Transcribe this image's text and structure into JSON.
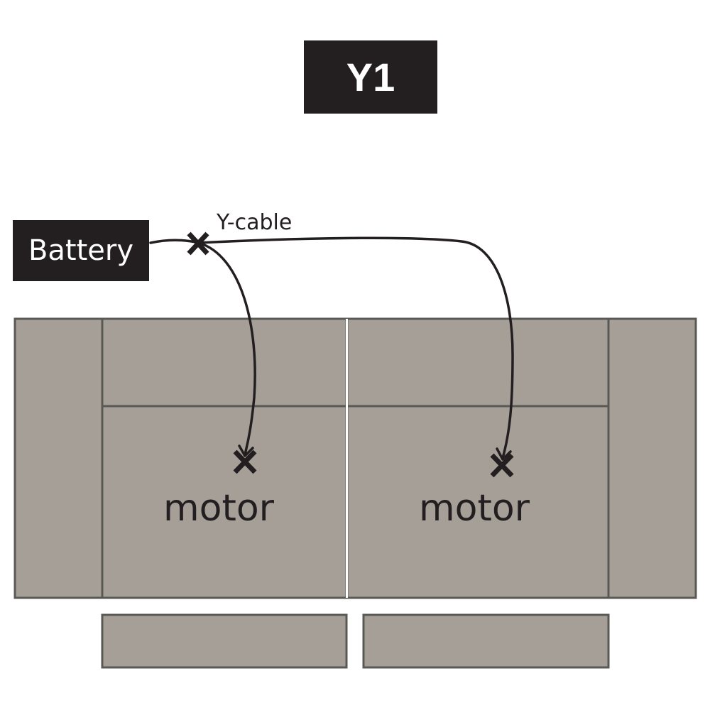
{
  "title": "Y1",
  "battery_label": "Battery",
  "cable_label": "Y-cable",
  "motors": [
    {
      "label": "motor"
    },
    {
      "label": "motor"
    }
  ],
  "colors": {
    "sofa_fill": "#a59f98",
    "sofa_stroke": "#5a5855",
    "label_box": "#231f20",
    "cable": "#231f20"
  }
}
